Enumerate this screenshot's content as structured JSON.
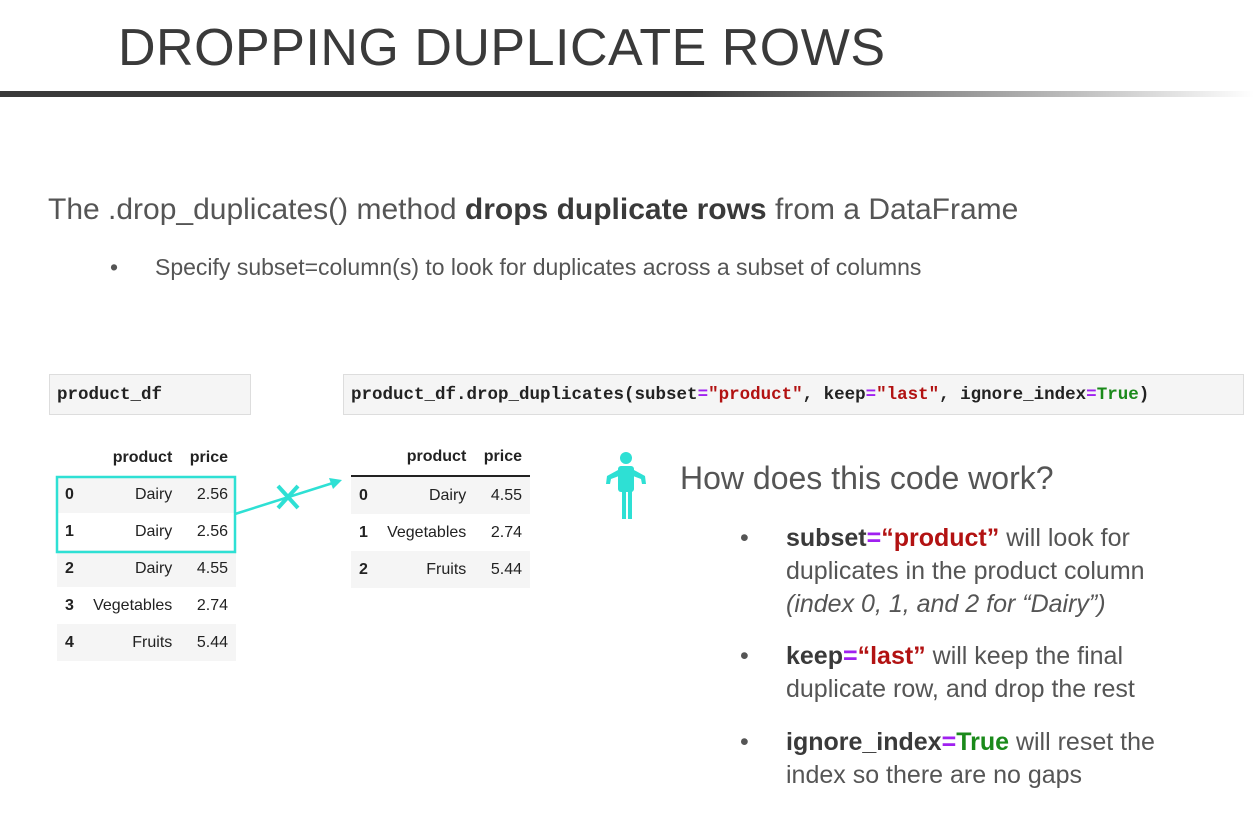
{
  "title": "DROPPING DUPLICATE ROWS",
  "intro": {
    "pre": "The .drop_duplicates() method ",
    "bold": "drops duplicate rows",
    "post": " from a DataFrame"
  },
  "sub_bullet": "Specify subset=column(s) to look for duplicates across a subset of columns",
  "code1": "product_df",
  "code2": {
    "p1": "product_df.drop_duplicates(subset",
    "eq": "=",
    "s1": "\"product\"",
    "p2": ", keep",
    "s2": "\"last\"",
    "p3": ", ignore_index",
    "t": "True",
    "p4": ")"
  },
  "table1": {
    "headers": [
      "",
      "product",
      "price"
    ],
    "rows": [
      [
        "0",
        "Dairy",
        "2.56"
      ],
      [
        "1",
        "Dairy",
        "2.56"
      ],
      [
        "2",
        "Dairy",
        "4.55"
      ],
      [
        "3",
        "Vegetables",
        "2.74"
      ],
      [
        "4",
        "Fruits",
        "5.44"
      ]
    ]
  },
  "table2": {
    "headers": [
      "",
      "product",
      "price"
    ],
    "rows": [
      [
        "0",
        "Dairy",
        "4.55"
      ],
      [
        "1",
        "Vegetables",
        "2.74"
      ],
      [
        "2",
        "Fruits",
        "5.44"
      ]
    ]
  },
  "highlight_color": "#2ee0d4",
  "how_title": "How does this code work?",
  "bullets": [
    {
      "key": "subset",
      "eq": "=",
      "val": "“product”",
      "rest": " will look for duplicates in the product column",
      "italic": "(index 0, 1, and 2 for “Dairy”)"
    },
    {
      "key": "keep",
      "eq": "=",
      "val": "“last”",
      "rest": " will keep the final duplicate row, and drop the rest"
    },
    {
      "key": "ignore_index",
      "eq": "=",
      "val": "True",
      "rest": " will reset the index so there are no gaps"
    }
  ]
}
